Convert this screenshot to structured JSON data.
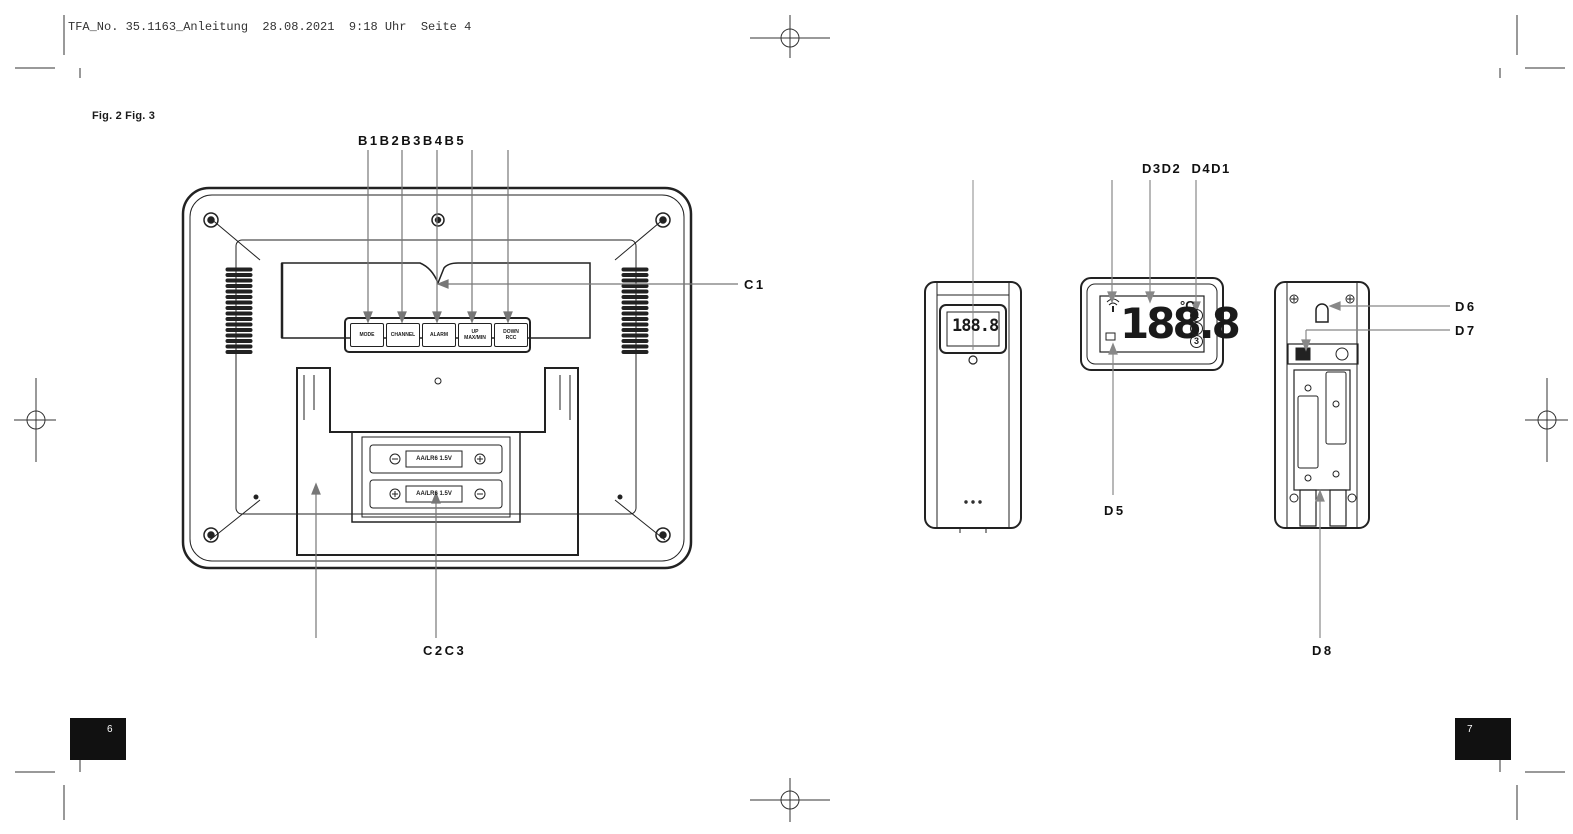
{
  "header": {
    "print_line": "TFA_No. 35.1163_Anleitung  28.08.2021  9:18 Uhr  Seite 4"
  },
  "figure_caption": "Fig. 2 Fig. 3",
  "labels": {
    "b_buttons": "B1B2B3B4B5",
    "c1": "C1",
    "c2c3": "C2C3",
    "d_top": "D3D2  D4D1",
    "d5": "D5",
    "d6": "D6",
    "d7": "D7",
    "d8": "D8"
  },
  "base_buttons": [
    {
      "id": "B1",
      "line1": "MODE",
      "line2": ""
    },
    {
      "id": "B2",
      "line1": "CHANNEL",
      "line2": ""
    },
    {
      "id": "B3",
      "line1": "ALARM",
      "line2": ""
    },
    {
      "id": "B4",
      "line1": "UP",
      "line2": "MAX/MIN"
    },
    {
      "id": "B5",
      "line1": "DOWN",
      "line2": "RCC"
    }
  ],
  "battery_labels": [
    "AA/LR6 1.5V",
    "AA/LR6 1.5V"
  ],
  "display": {
    "digits": "188.8",
    "unit": "°C",
    "channels": [
      "1",
      "2",
      "3"
    ]
  },
  "page_numbers": {
    "left": "6",
    "right": "7"
  }
}
